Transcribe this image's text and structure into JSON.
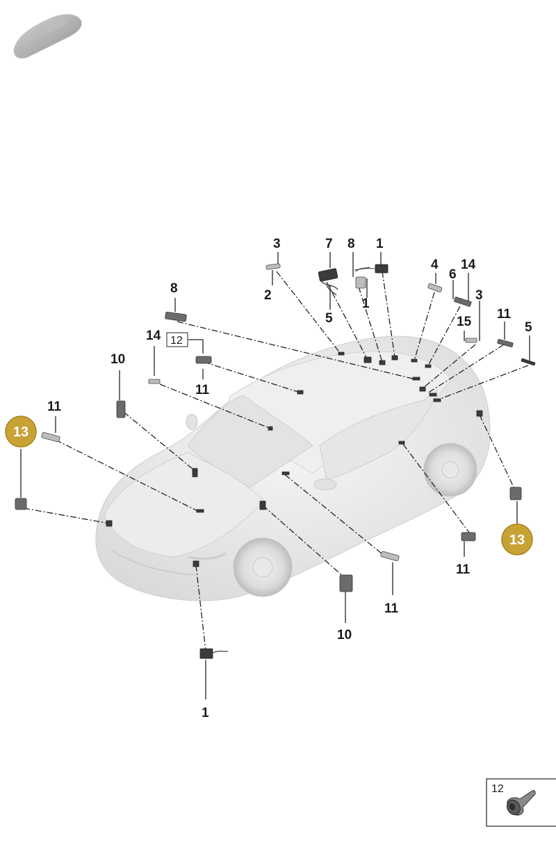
{
  "thumbnail": {
    "icon": "car-silhouette-icon"
  },
  "callouts": [
    {
      "id": "c3a",
      "text": "3"
    },
    {
      "id": "c2",
      "text": "2"
    },
    {
      "id": "c7",
      "text": "7"
    },
    {
      "id": "c8a",
      "text": "8"
    },
    {
      "id": "c1a",
      "text": "1"
    },
    {
      "id": "c1b",
      "text": "1"
    },
    {
      "id": "c5a",
      "text": "5"
    },
    {
      "id": "c4",
      "text": "4"
    },
    {
      "id": "c14a",
      "text": "14"
    },
    {
      "id": "c6",
      "text": "6"
    },
    {
      "id": "c3b",
      "text": "3"
    },
    {
      "id": "c15",
      "text": "15"
    },
    {
      "id": "c11a",
      "text": "11"
    },
    {
      "id": "c5b",
      "text": "5"
    },
    {
      "id": "c8b",
      "text": "8"
    },
    {
      "id": "c14b",
      "text": "14"
    },
    {
      "id": "c12",
      "text": "12"
    },
    {
      "id": "c11b",
      "text": "11"
    },
    {
      "id": "c10a",
      "text": "10"
    },
    {
      "id": "c11c",
      "text": "11"
    },
    {
      "id": "c11d",
      "text": "11"
    },
    {
      "id": "c11e",
      "text": "11"
    },
    {
      "id": "c10b",
      "text": "10"
    },
    {
      "id": "c1c",
      "text": "1"
    }
  ],
  "badges": [
    {
      "id": "b13a",
      "text": "13"
    },
    {
      "id": "b13b",
      "text": "13"
    }
  ],
  "detail_box": {
    "label": "12",
    "icon": "screw-icon"
  },
  "colors": {
    "badge_fill": "#c9a236",
    "badge_stroke": "#a8841f",
    "car_body": "#e9e9e9"
  }
}
